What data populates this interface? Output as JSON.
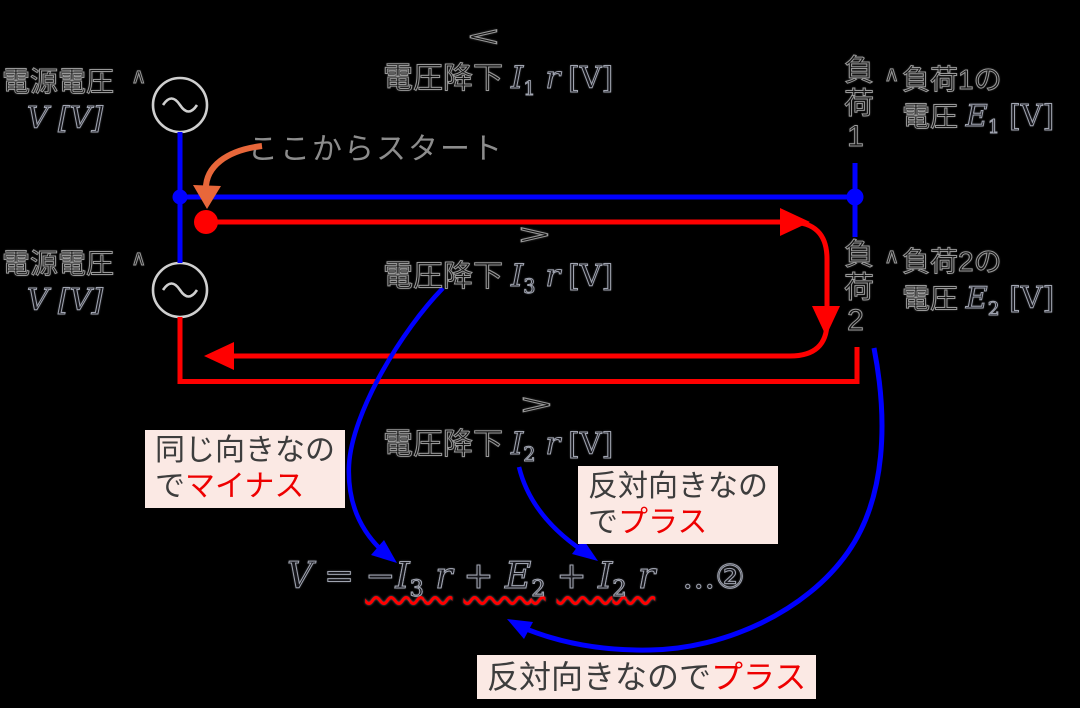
{
  "colors": {
    "background": "#000000",
    "wire_blue": "#0000ff",
    "wire_red": "#ff0000",
    "arrow_orange": "#e8673a",
    "source_outline": "#cfcfcf",
    "note_bg": "#fbe9e4",
    "note_text": "#3d3d3d",
    "note_red": "#ee0000",
    "wavy_red": "#ff0000",
    "start_note_gray": "#8c8c8c"
  },
  "sources": {
    "s1": {
      "name": "電源電圧",
      "caret": "∧",
      "value": "V [V]"
    },
    "s2": {
      "name": "電源電圧",
      "caret": "∧",
      "value": "V [V]"
    }
  },
  "drops": {
    "d1": {
      "label": "電圧降下",
      "dir": "<",
      "var": "I",
      "sub": "1",
      "coeff": " r",
      "unit": "[V]"
    },
    "d3": {
      "label": "電圧降下",
      "dir": ">",
      "var": "I",
      "sub": "3",
      "coeff": " r",
      "unit": "[V]"
    },
    "d2": {
      "label": "電圧降下",
      "dir": ">",
      "var": "I",
      "sub": "2",
      "coeff": " r",
      "unit": "[V]"
    }
  },
  "start_note": "ここからスタート",
  "loads": {
    "l1": {
      "vertical": "負荷1",
      "caret": "∧",
      "line1": "負荷1の",
      "line2_label": "電圧",
      "var": "E",
      "sub": "1",
      "unit": " [V]"
    },
    "l2": {
      "vertical": "負荷2",
      "caret": "∧",
      "line1": "負荷2の",
      "line2_label": "電圧",
      "var": "E",
      "sub": "2",
      "unit": " [V]"
    }
  },
  "notes": {
    "left": {
      "line1": "同じ向きなの",
      "line2_prefix": "で",
      "line2_red": "マイナス"
    },
    "right": {
      "line1": "反対向きなの",
      "line2_prefix": "で",
      "line2_red": "プラス"
    },
    "bottom": {
      "prefix": "反対向きなので",
      "red": "プラス"
    }
  },
  "equation": {
    "lhs_var": "V",
    "equals": "=",
    "term1": {
      "pre": "−I",
      "sub": "3",
      "post": " r"
    },
    "term2": {
      "pre": "+ E",
      "sub": "2",
      "post": ""
    },
    "term3": {
      "pre": "+ I",
      "sub": "2",
      "post": " r"
    },
    "tag": "…②"
  }
}
